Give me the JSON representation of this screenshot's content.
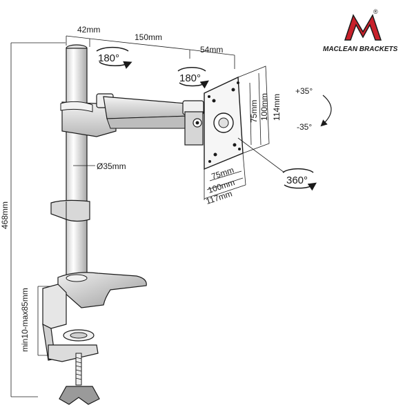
{
  "brand": {
    "name": "MACLEAN BRACKETS",
    "registered": "®"
  },
  "dimensions": {
    "pole_width": "42mm",
    "arm_length": "150mm",
    "plate_offset": "54mm",
    "pole_diameter": "Ø35mm",
    "total_height": "468mm",
    "clamp_range": "min10-max85mm",
    "vesa_75_h": "75mm",
    "vesa_100_h": "100mm",
    "plate_h": "114mm",
    "vesa_75_w": "75mm",
    "vesa_100_w": "100mm",
    "plate_w": "117mm"
  },
  "rotations": {
    "pole_swivel": "180°",
    "arm_swivel": "180°",
    "plate_rotation": "360°",
    "tilt_up": "+35°",
    "tilt_down": "-35°"
  },
  "colors": {
    "logo_red": "#c8202a",
    "line": "#1a1a1a",
    "metal": "#e8e8e8",
    "shadow": "#9a9a9a"
  }
}
